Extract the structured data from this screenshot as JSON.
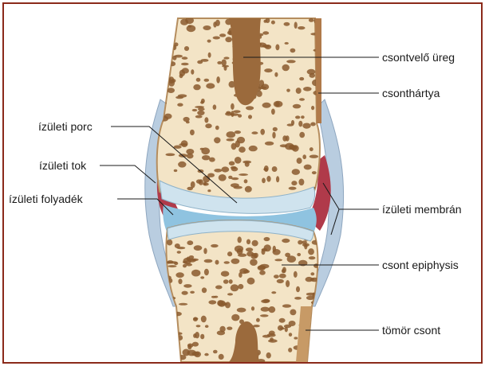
{
  "diagram": {
    "labels_left": {
      "porc": "ízületi porc",
      "tok": "ízületi tok",
      "folyadek": "ízületi folyadék"
    },
    "labels_right": {
      "ureg": "csontvelő üreg",
      "hartya": "csonthártya",
      "membran": "ízületi membrán",
      "epiphysis": "csont epiphysis",
      "tomor": "tömör csont"
    },
    "colors": {
      "frame": "#8b2a1a",
      "bone": "#f3e4c6",
      "bone_pore": "#8a5a2e",
      "marrow": "#9b6a3c",
      "periosteum": "#b07a4a",
      "capsule": "#a9bfd4",
      "cartilage": "#cfe3ee",
      "synovial_fluid": "#b03a4a",
      "joint_space": "#8fc3e0"
    }
  }
}
